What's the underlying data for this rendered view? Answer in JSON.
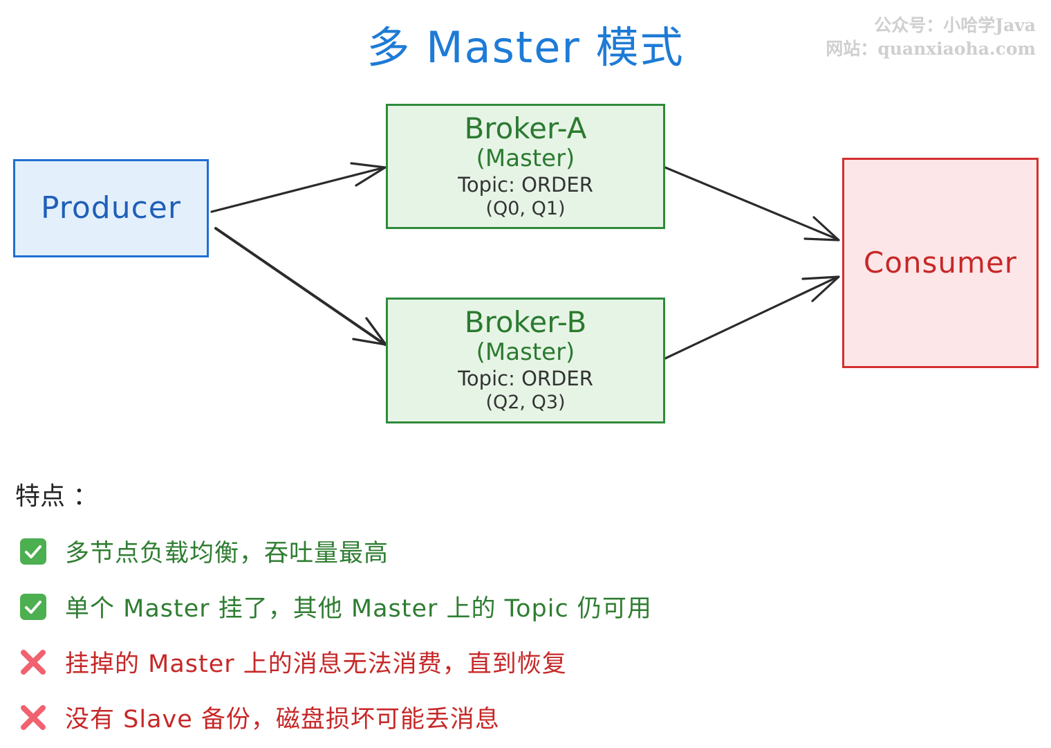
{
  "title": "多 Master 模式",
  "watermark": {
    "line1": "公众号：小哈学Java",
    "line2": "网站：quanxiaoha.com"
  },
  "nodes": {
    "producer": {
      "label": "Producer"
    },
    "broker_a": {
      "label": "Broker-A",
      "role": "(Master)",
      "topic": "Topic: ORDER",
      "queues": "(Q0, Q1)"
    },
    "broker_b": {
      "label": "Broker-B",
      "role": "(Master)",
      "topic": "Topic: ORDER",
      "queues": "(Q2, Q3)"
    },
    "consumer": {
      "label": "Consumer"
    }
  },
  "edges": [
    {
      "from": "Producer",
      "to": "Broker-A"
    },
    {
      "from": "Producer",
      "to": "Broker-B"
    },
    {
      "from": "Broker-A",
      "to": "Consumer"
    },
    {
      "from": "Broker-B",
      "to": "Consumer"
    }
  ],
  "features": {
    "heading": "特点 ：",
    "items": [
      {
        "icon": "check-mark-icon",
        "type": "pro",
        "text": "多节点负载均衡，吞吐量最高"
      },
      {
        "icon": "check-mark-icon",
        "type": "pro",
        "text": "单个 Master 挂了，其他 Master 上的 Topic 仍可用"
      },
      {
        "icon": "cross-mark-icon",
        "type": "con",
        "text": "挂掉的 Master 上的消息无法消费，直到恢复"
      },
      {
        "icon": "cross-mark-icon",
        "type": "con",
        "text": "没有 Slave 备份，磁盘损坏可能丢消息"
      }
    ]
  },
  "colors": {
    "title": "#1e7bd6",
    "producer_border": "#1f6fd1",
    "producer_fill": "#e3f0fc",
    "producer_text": "#1f5fb8",
    "broker_border": "#2f8a3a",
    "broker_fill": "#e6f4e6",
    "broker_text": "#2b7a2f",
    "consumer_border": "#d32f2f",
    "consumer_fill": "#fde6e8",
    "consumer_text": "#c62828",
    "pro_text": "#2f7d32",
    "con_text": "#c62828",
    "arrow": "#2b2b2b",
    "check_fill": "#4caf50",
    "cross_fill": "#f06270"
  }
}
